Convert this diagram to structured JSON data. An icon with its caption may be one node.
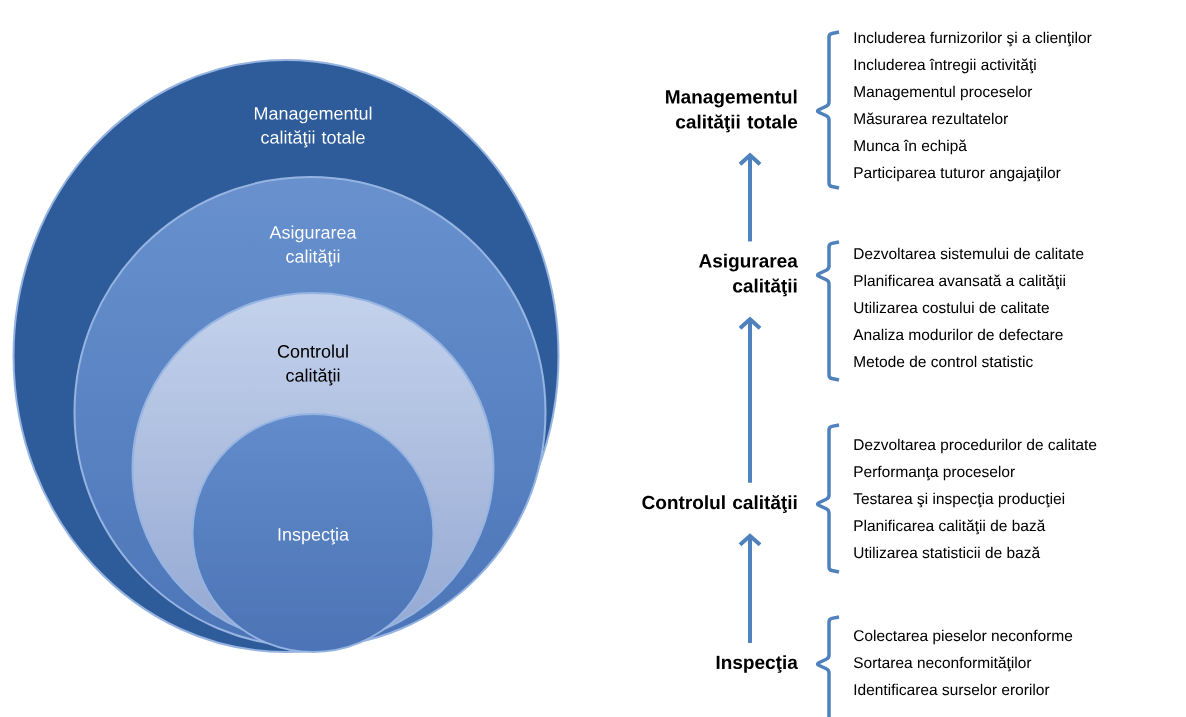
{
  "diagram": {
    "nodes": [
      {
        "text": [
          "Managementul calităţii totale"
        ]
      },
      {
        "text": [
          "Asigurarea calităţii"
        ],
        "in": 0
      },
      {
        "text": [
          "Controlul calităţii"
        ],
        "in": 1
      },
      {
        "text": [
          "Inspecţia"
        ],
        "in": 2
      },
      {
        "text": [
          "Managementul calităţii totale"
        ],
        "beside": [
          "Includerea furnizorilor şi a clienţilor",
          "Includerea întregii activităţi",
          "Managementul proceselor",
          "Măsurarea rezultatelor",
          "Munca în echipă",
          "Participarea tuturor angajaţilor"
        ]
      },
      {
        "text": [
          "Asigurarea calităţii"
        ],
        "beside": [
          "Dezvoltarea sistemului de calitate",
          "Planificarea avansată a calităţii",
          "Utilizarea costului de calitate",
          "Analiza modurilor de defectare",
          "Metode de control statistic"
        ]
      },
      {
        "text": [
          "Controlul calităţii"
        ],
        "beside": [
          "Dezvoltarea procedurilor de calitate",
          "Performanţa proceselor",
          "Testarea şi inspecţia producţiei",
          "Planificarea calităţii de bază",
          "Utilizarea statisticii de bază"
        ]
      },
      {
        "text": [
          "Inspecţia"
        ],
        "beside": [
          "Colectarea pieselor neconforme",
          "Sortarea neconformităţilor",
          "Identificarea surselor erorilor"
        ]
      }
    ],
    "edges": [
      {
        "from": 7,
        "to": 6,
        "arrow": "to"
      },
      {
        "from": 6,
        "to": 5,
        "arrow": "to"
      },
      {
        "from": 5,
        "to": 4,
        "arrow": "to"
      }
    ]
  }
}
